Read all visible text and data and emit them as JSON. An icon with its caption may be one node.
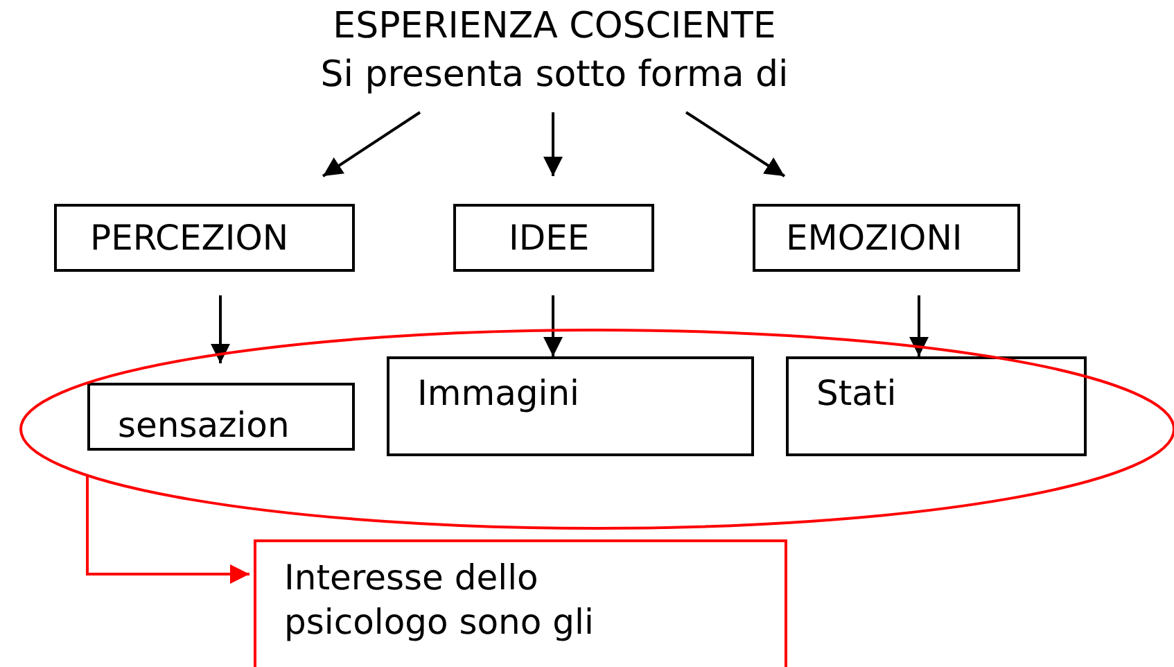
{
  "diagram": {
    "nodes": [
      {
        "text": [
          "ESPERIENZA COSCIENTE",
          "Si presenta sotto forma di"
        ]
      },
      {
        "text": [
          "PERCEZION"
        ]
      },
      {
        "text": [
          "IDEE"
        ]
      },
      {
        "text": [
          "EMOZIONI"
        ]
      },
      {
        "text": [],
        "shape": "ellipse"
      },
      {
        "text": [
          "sensazion"
        ],
        "in": 4
      },
      {
        "text": [
          "Immagini"
        ],
        "in": 4
      },
      {
        "text": [
          "Stati"
        ],
        "in": 4
      },
      {
        "text": [
          "Interesse dello psicologo sono gli"
        ]
      }
    ],
    "edges": [
      {
        "from": 0,
        "to": 1,
        "arrow": "to"
      },
      {
        "from": 0,
        "to": 2,
        "arrow": "to"
      },
      {
        "from": 0,
        "to": 3,
        "arrow": "to"
      },
      {
        "from": 1,
        "to": 5,
        "arrow": "to"
      },
      {
        "from": 2,
        "to": 6,
        "arrow": "to"
      },
      {
        "from": 3,
        "to": 7,
        "arrow": "to"
      },
      {
        "from": 4,
        "to": 8,
        "arrow": "to",
        "color": "#ff0000"
      }
    ]
  }
}
